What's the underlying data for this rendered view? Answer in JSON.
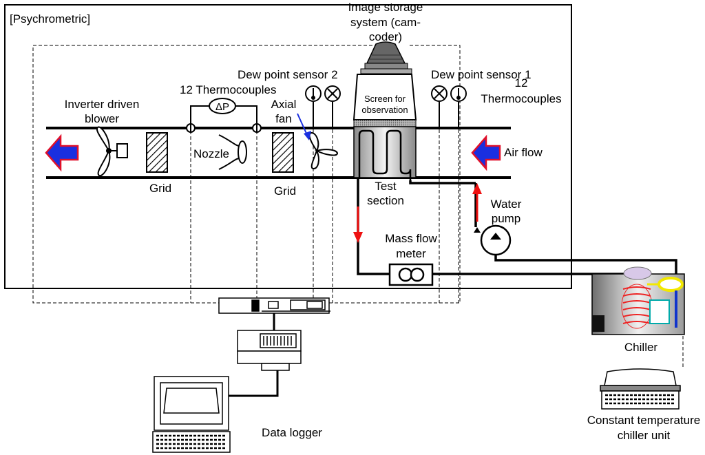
{
  "labels": {
    "frame_title": "[Psychrometric]",
    "camera_line1": "Image storage",
    "camera_line2": "system (cam-",
    "camera_line3": "coder)",
    "dew2": "Dew point sensor 2",
    "dew1": "Dew point sensor 1",
    "tc12_left": "12 Thermocouples",
    "tc12_right_num": "12",
    "tc12_right_word": "Thermocouples",
    "blower_line1": "Inverter driven",
    "blower_line2": "blower",
    "delta_p": "ΔP",
    "axial_line1": "Axial",
    "axial_line2": "fan",
    "screen_line1": "Screen for",
    "screen_line2": "observation",
    "nozzle": "Nozzle",
    "grid_left": "Grid",
    "grid_right": "Grid",
    "air_flow": "Air flow",
    "test_line1": "Test",
    "test_line2": "section",
    "water_line1": "Water",
    "water_line2": "pump",
    "mass_line1": "Mass flow",
    "mass_line2": "meter",
    "chiller": "Chiller",
    "data_logger": "Data logger",
    "const_line1": "Constant temperature",
    "const_line2": "chiller unit"
  },
  "colors": {
    "flow_arrow_fill": "#1a2fe0",
    "flow_arrow_outline": "#e0102a",
    "water_arrow": "#ee1111",
    "pointer_arrow": "#1a2fe0",
    "chiller_coil": "#ee2222",
    "chiller_bulb": "#f2e800",
    "chiller_blue": "#1133cc"
  }
}
